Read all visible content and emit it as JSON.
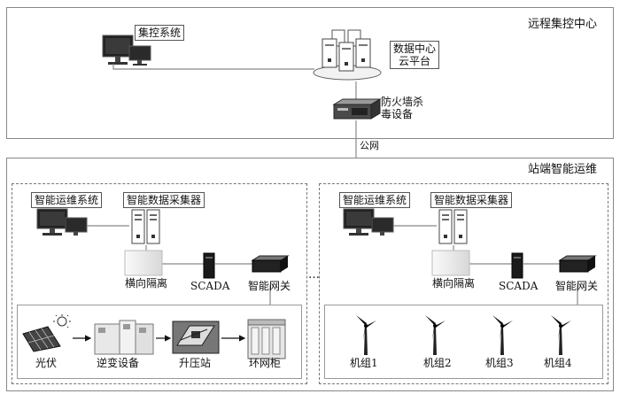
{
  "top": {
    "title": "远程集控中心",
    "centralized_control": "集控系统",
    "datacenter": "数据中心\n云平台",
    "firewall": "防火墙杀\n毒设备",
    "public_net": "公网"
  },
  "bottom": {
    "title": "站端智能运维",
    "ellipsis": "…",
    "left": {
      "ops_system": "智能运维系统",
      "collector": "智能数据采集器",
      "isolation": "横向隔离",
      "scada": "SCADA",
      "gateway": "智能网关",
      "chain": [
        "光伏",
        "逆变设备",
        "升压站",
        "环网柜"
      ]
    },
    "right": {
      "ops_system": "智能运维系统",
      "collector": "智能数据采集器",
      "isolation": "横向隔离",
      "scada": "SCADA",
      "gateway": "智能网关",
      "units": [
        "机组1",
        "机组2",
        "机组3",
        "机组4"
      ]
    }
  }
}
